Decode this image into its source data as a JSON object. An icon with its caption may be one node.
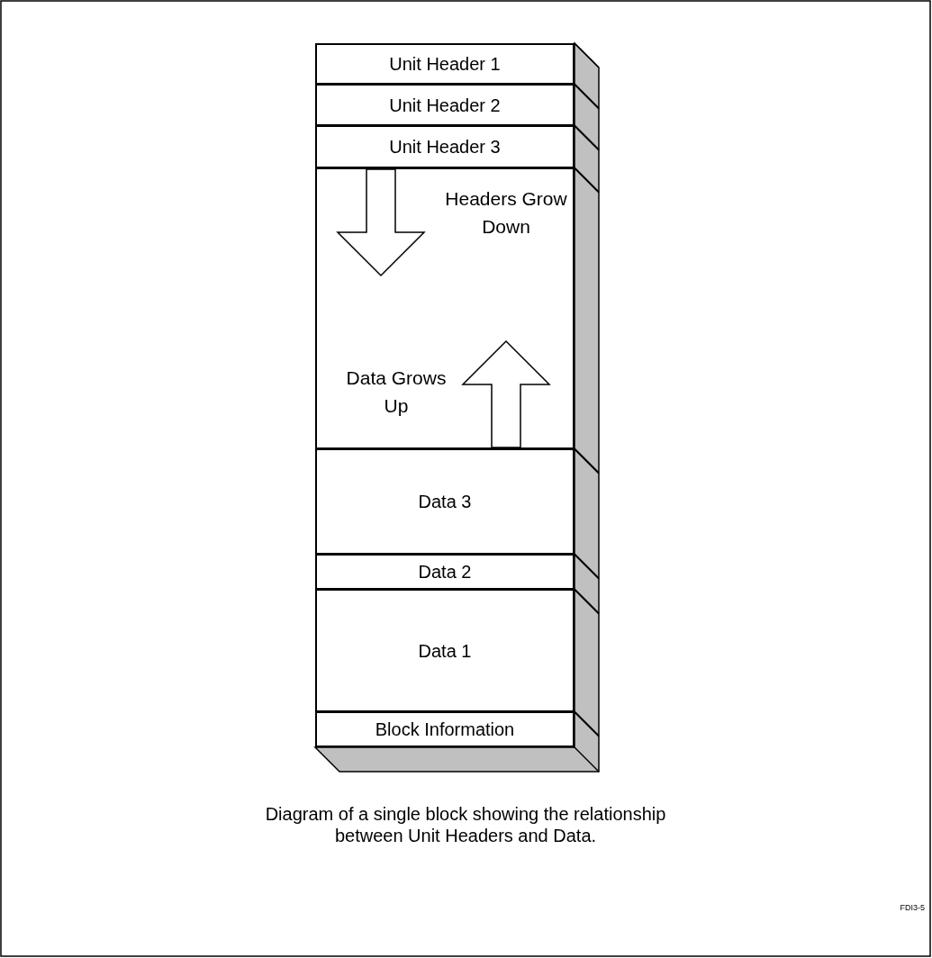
{
  "diagram": {
    "caption": "Diagram of a single block showing the relationship between Unit Headers and Data.",
    "nodes": [
      {
        "text": [
          "Unit Header 1"
        ]
      },
      {
        "text": [
          "Unit Header 2"
        ]
      },
      {
        "text": [
          "Unit Header 3"
        ]
      },
      {
        "text": [
          "Headers Grow Down",
          "Data Grows Up"
        ]
      },
      {
        "text": [
          "Data 3"
        ]
      },
      {
        "text": [
          "Data 2"
        ]
      },
      {
        "text": [
          "Data 1"
        ]
      },
      {
        "text": [
          "Block Information"
        ]
      }
    ],
    "labels": [
      "FDI3-5"
    ]
  }
}
